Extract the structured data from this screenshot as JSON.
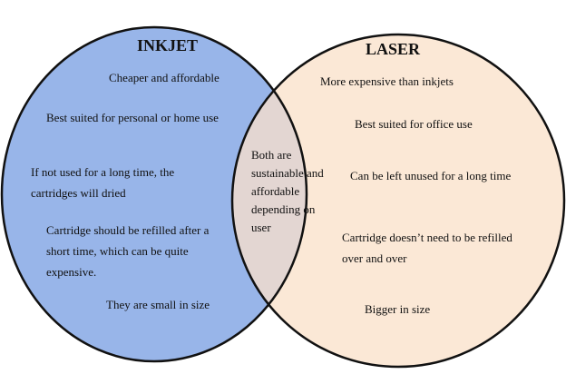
{
  "colors": {
    "inkjet_fill": "#98b5e9",
    "laser_fill": "#fbe8d6",
    "overlap_fill": "#e3d6d2",
    "outline": "#111111"
  },
  "inkjet": {
    "title": "INKJET",
    "items": [
      "Cheaper and affordable",
      "Best suited for personal or home use",
      "If not used for a long time, the\ncartridges will dried",
      "Cartridge should be refilled after a\nshort time, which can be quite\nexpensive.",
      "They are small in size"
    ]
  },
  "laser": {
    "title": "LASER",
    "items": [
      "More expensive than inkjets",
      "Best suited for office use",
      "Can be left unused for a long time",
      "Cartridge doesn’t need to be refilled\nover and over",
      "Bigger in size"
    ]
  },
  "both": {
    "text": "Both are\nsustainable and\naffordable\ndepending on\nuser"
  }
}
